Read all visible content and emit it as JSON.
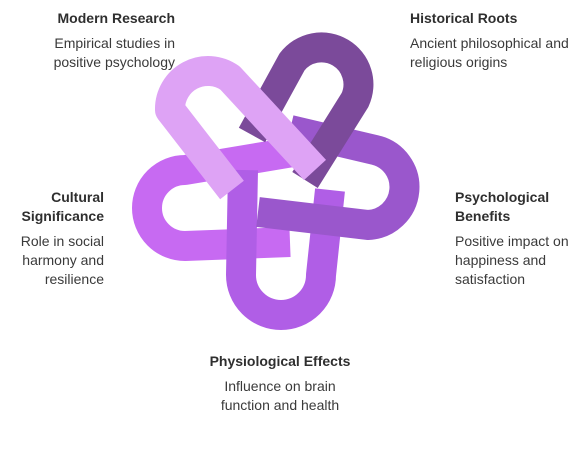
{
  "colors": {
    "modern": "#dea3f5",
    "historical": "#7b4a9a",
    "psychological": "#9a57cc",
    "physiological": "#b05ee6",
    "cultural": "#c76af2"
  },
  "labels": {
    "modern": {
      "title": "Modern Research",
      "desc": "Empirical studies in positive psychology"
    },
    "historical": {
      "title": "Historical Roots",
      "desc": "Ancient philosophical and religious origins"
    },
    "cultural": {
      "title": "Cultural Significance",
      "desc": "Role in social harmony and resilience"
    },
    "psychological": {
      "title": "Psychological Benefits",
      "desc": "Positive impact on happiness and satisfaction"
    },
    "physiological": {
      "title": "Physiological Effects",
      "desc": "Influence on brain function and health"
    }
  }
}
